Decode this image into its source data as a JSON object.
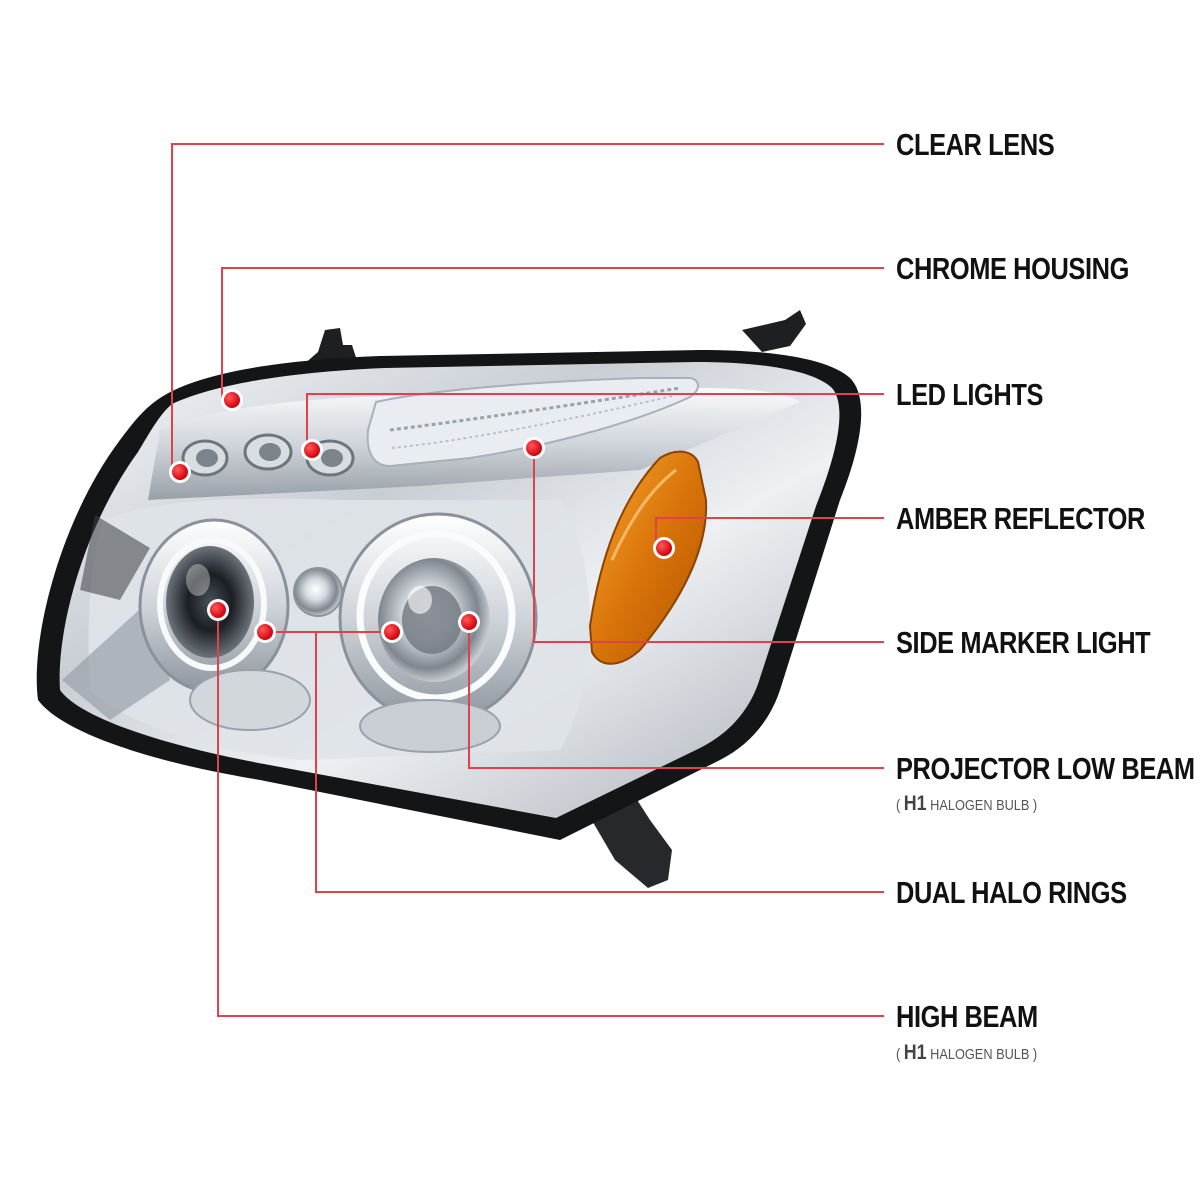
{
  "accent_color": "#e0424a",
  "dot_color": "#e00010",
  "callouts": [
    {
      "id": "clear-lens",
      "label": "CLEAR LENS"
    },
    {
      "id": "chrome-housing",
      "label": "CHROME HOUSING"
    },
    {
      "id": "led-lights",
      "label": "LED LIGHTS"
    },
    {
      "id": "amber-reflector",
      "label": "AMBER REFLECTOR"
    },
    {
      "id": "side-marker-light",
      "label": "SIDE MARKER LIGHT"
    },
    {
      "id": "projector-low-beam",
      "label": "PROJECTOR LOW BEAM",
      "sub": {
        "open": "(",
        "bulb": "H1",
        "text": "HALOGEN BULB",
        "close": ")"
      }
    },
    {
      "id": "dual-halo-rings",
      "label": "DUAL HALO RINGS"
    },
    {
      "id": "high-beam",
      "label": "HIGH BEAM",
      "sub": {
        "open": "(",
        "bulb": "H1",
        "text": "HALOGEN BULB",
        "close": ")"
      }
    }
  ]
}
